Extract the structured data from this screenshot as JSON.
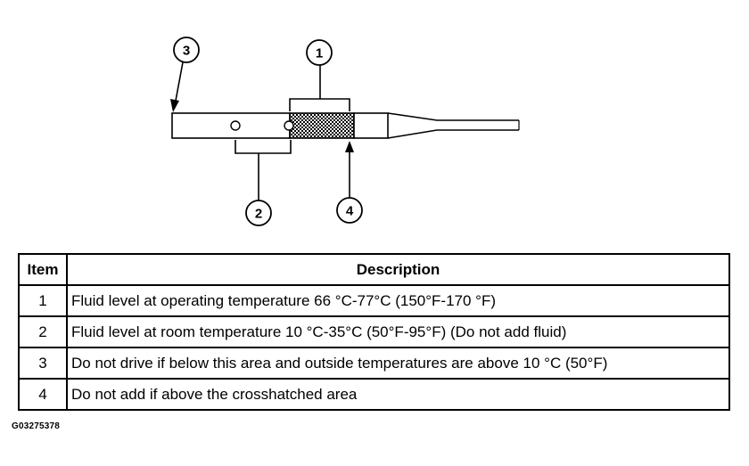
{
  "callouts": [
    "1",
    "2",
    "3",
    "4"
  ],
  "table": {
    "headers": [
      "Item",
      "Description"
    ],
    "rows": [
      {
        "item": "1",
        "description": "Fluid level at operating temperature 66 °C-77°C (150°F-170 °F)"
      },
      {
        "item": "2",
        "description": "Fluid level at room temperature 10 °C-35°C (50°F-95°F) (Do not add fluid)"
      },
      {
        "item": "3",
        "description": "Do not drive if below this area and outside temperatures are above 10 °C (50°F)"
      },
      {
        "item": "4",
        "description": "Do not add if above the crosshatched area"
      }
    ]
  },
  "figure_id": "G03275378"
}
